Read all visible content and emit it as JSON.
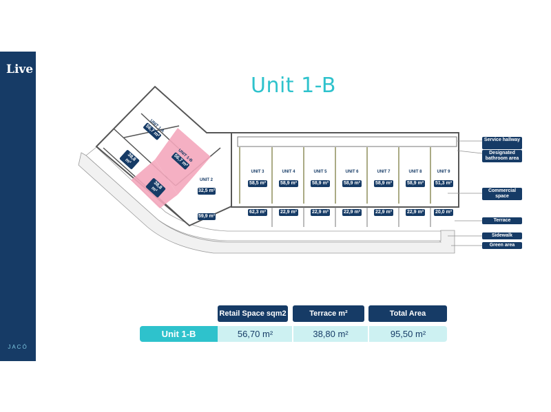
{
  "brand": {
    "logo_text": "Live",
    "location": "JACÓ"
  },
  "title": "Unit 1-B",
  "colors": {
    "navy": "#163b66",
    "teal": "#2ec2cc",
    "highlight": "#f4a7bd",
    "light_teal": "#cdf1f2"
  },
  "plan": {
    "units": [
      {
        "name": "UNIT 3",
        "area": "58,5 m²",
        "terrace": "62,3 m²"
      },
      {
        "name": "UNIT 4",
        "area": "58,9 m²",
        "terrace": "22,9 m²"
      },
      {
        "name": "UNIT 5",
        "area": "58,9 m²",
        "terrace": "22,9 m²"
      },
      {
        "name": "UNIT 6",
        "area": "58,9 m²",
        "terrace": "22,9 m²"
      },
      {
        "name": "UNIT 7",
        "area": "58,9 m²",
        "terrace": "22,9 m²"
      },
      {
        "name": "UNIT 8",
        "area": "58,9 m²",
        "terrace": "22,9 m²"
      },
      {
        "name": "UNIT 9",
        "area": "51,3 m²",
        "terrace": "20,0 m²"
      }
    ],
    "unit_1a": {
      "name": "UNIT 1-A",
      "area": "56,7 m²"
    },
    "unit_1b": {
      "name": "UNIT 1-B",
      "area": "56,7 m²"
    },
    "unit_2": {
      "name": "UNIT 2",
      "area": "32,5 m²",
      "terrace": "59,9 m²"
    },
    "terrace_1a": "38,8 m²",
    "terrace_1b": "38,8 m²"
  },
  "legend": [
    "Service hallway",
    "Designated bathroom area",
    "Commercial space",
    "Terrace",
    "Sidewalk",
    "Green area"
  ],
  "table": {
    "headers": [
      "Retail Space sqm2",
      "Terrace m²",
      "Total Area"
    ],
    "row": {
      "unit": "Unit 1-B",
      "retail": "56,70 m²",
      "terrace": "38,80 m²",
      "total": "95,50 m²"
    }
  }
}
